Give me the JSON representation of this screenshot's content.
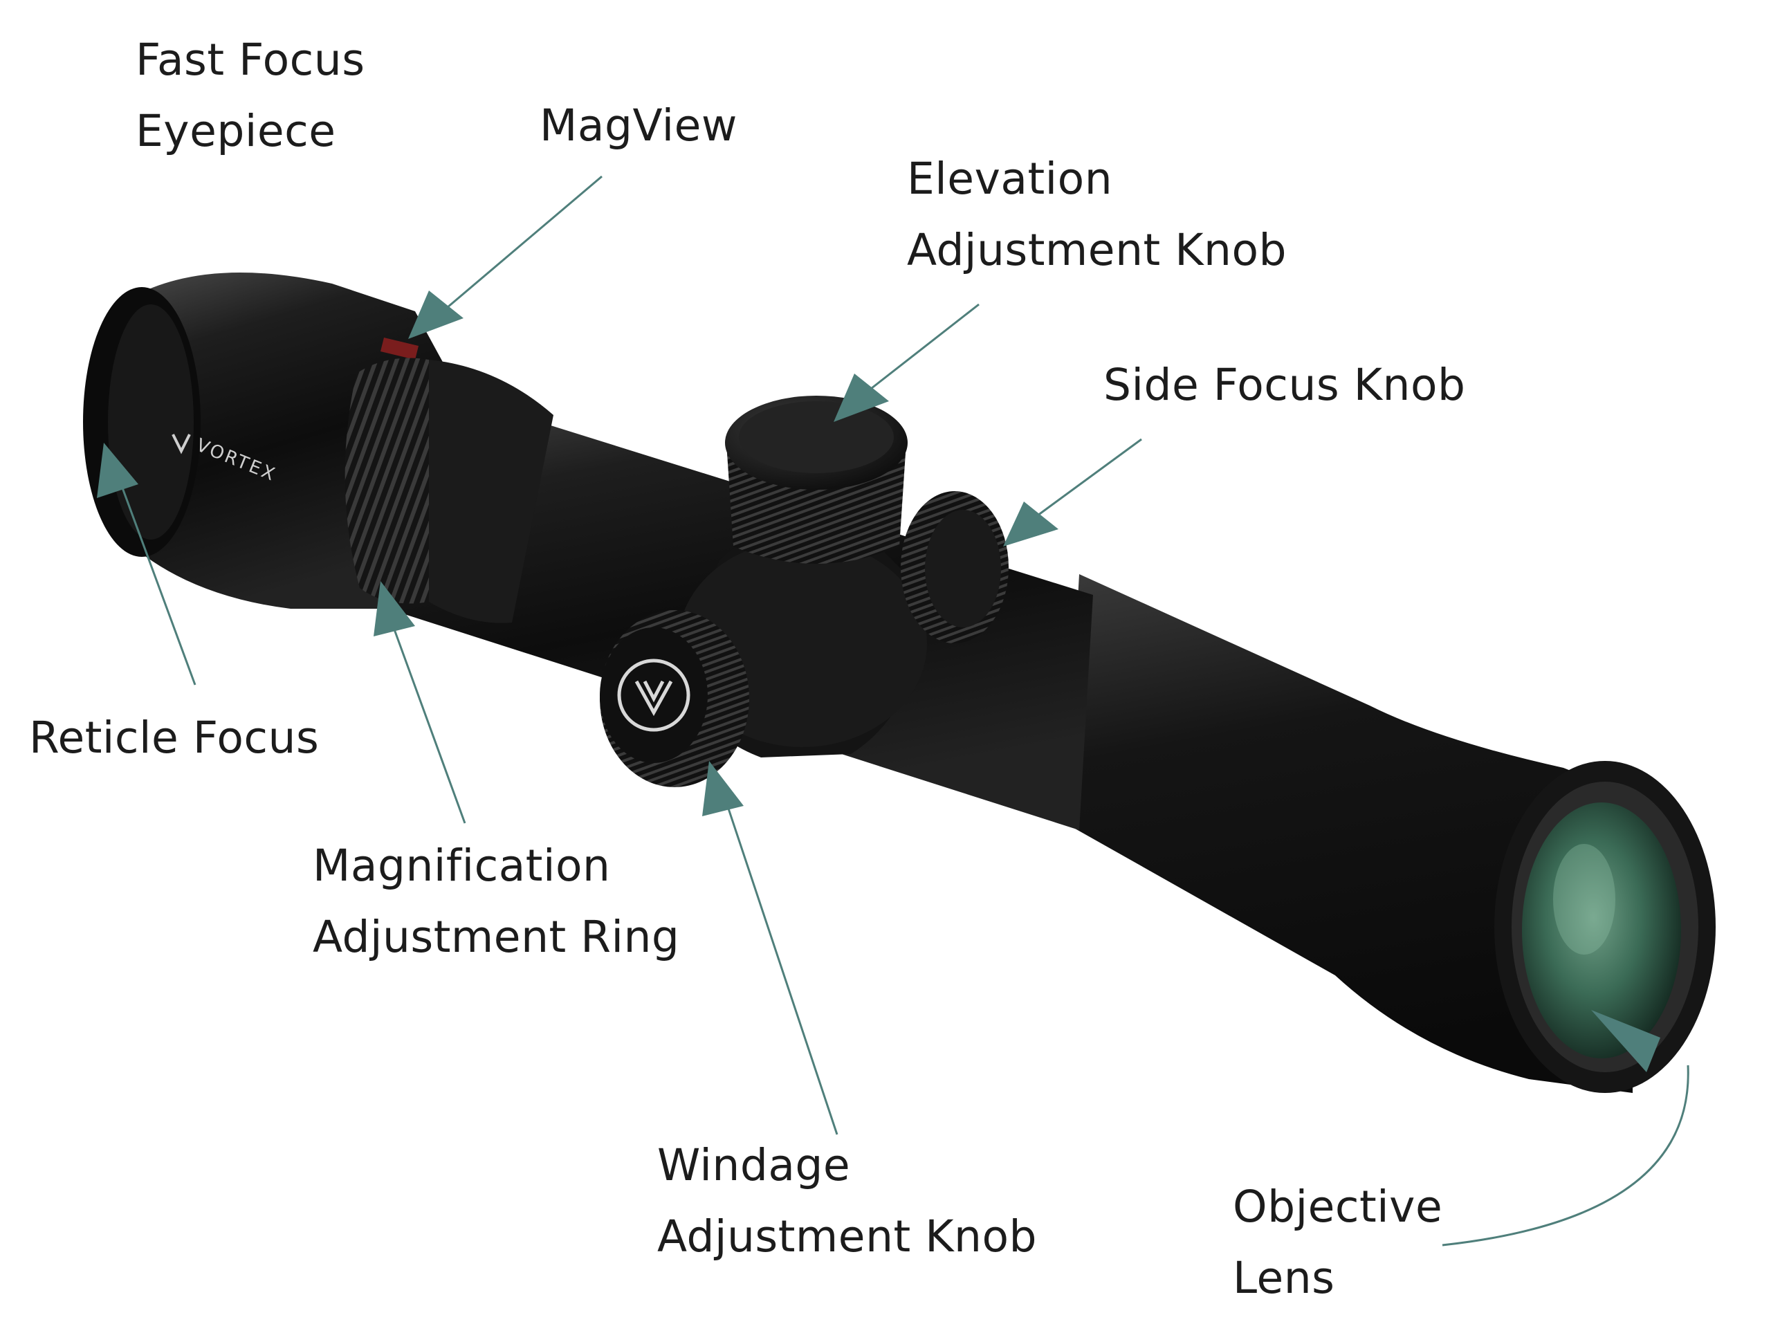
{
  "labels": {
    "fast_focus_eyepiece": [
      "Fast Focus",
      "Eyepiece"
    ],
    "magview": [
      "MagView"
    ],
    "elevation_knob": [
      "Elevation",
      "Adjustment Knob"
    ],
    "side_focus_knob": [
      "Side Focus Knob"
    ],
    "reticle_focus": [
      "Reticle Focus"
    ],
    "magnification_ring": [
      "Magnification",
      "Adjustment Ring"
    ],
    "windage_knob": [
      "Windage",
      "Adjustment Knob"
    ],
    "objective_lens": [
      "Objective",
      "Lens"
    ]
  },
  "scope_markings": {
    "brand": "VORTEX"
  },
  "colors": {
    "arrow": "#4f7f7b",
    "scope_body": "#151515",
    "lens_tint": "#2f5a48",
    "label_text": "#1c1c1c"
  }
}
